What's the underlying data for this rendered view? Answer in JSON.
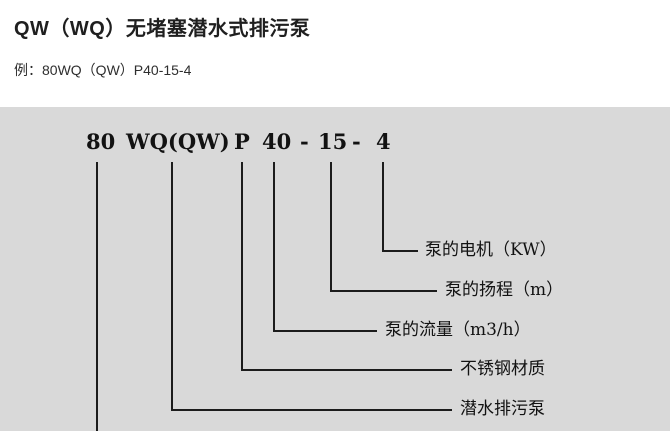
{
  "page": {
    "title": "QW（WQ）无堵塞潜水式排污泵",
    "example": "例：80WQ（QW）P40-15-4"
  },
  "diagram": {
    "code_parts": [
      "80",
      "WQ(QW)",
      "P",
      "40",
      "-",
      "15",
      "-",
      "4"
    ],
    "labels": [
      {
        "key": "motor-power",
        "text": "泵的电机（KW）",
        "for_code": "4"
      },
      {
        "key": "head",
        "text": "泵的扬程（m）",
        "for_code": "15"
      },
      {
        "key": "flow",
        "text": "泵的流量（m3/h）",
        "for_code": "40"
      },
      {
        "key": "material",
        "text": "不锈钢材质",
        "for_code": "P"
      },
      {
        "key": "pump-type",
        "text": "潜水排污泵",
        "for_code": "WQ(QW)"
      }
    ],
    "colors": {
      "panel_background": "#d9d9d9",
      "line": "#1c1c1c",
      "text": "#121212"
    }
  }
}
